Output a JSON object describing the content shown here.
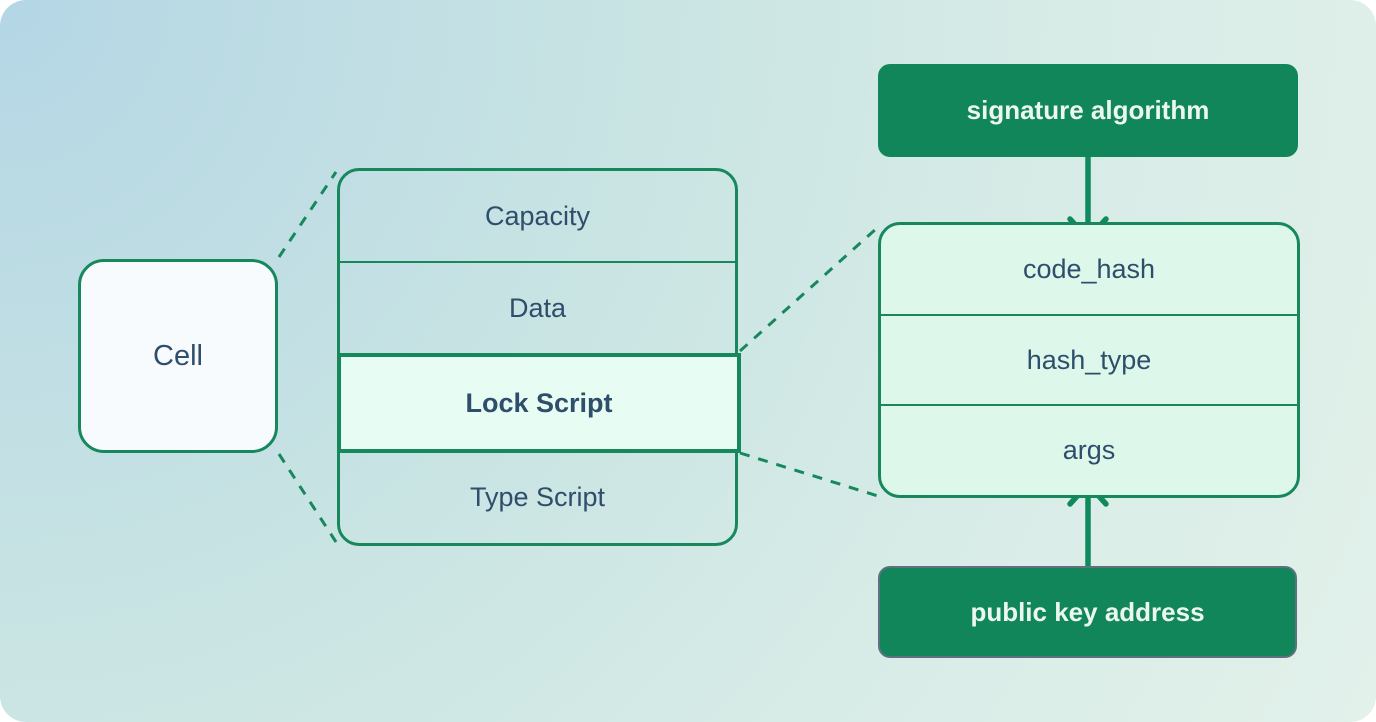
{
  "cell": {
    "label": "Cell"
  },
  "cell_structure": {
    "rows": [
      {
        "label": "Capacity",
        "highlighted": false
      },
      {
        "label": "Data",
        "highlighted": false
      },
      {
        "label": "Lock Script",
        "highlighted": true
      },
      {
        "label": "Type Script",
        "highlighted": false
      }
    ]
  },
  "lock_script_structure": {
    "rows": [
      {
        "label": "code_hash"
      },
      {
        "label": "hash_type"
      },
      {
        "label": "args"
      }
    ]
  },
  "annotations": {
    "signature_algorithm": "signature algorithm",
    "public_key_address": "public key address"
  },
  "connections": {
    "cell_to_structure": "dashed",
    "lock_script_to_structure": "dashed",
    "signature_algorithm_to_code_hash": "arrow-down",
    "public_key_address_to_args": "arrow-up"
  },
  "colors": {
    "accent_green": "#12865B",
    "outline_green": "#17875C",
    "text_dark": "#2E4E6B",
    "text_light": "#EDF7F1",
    "lock_row_fill": "#E7FCF2",
    "lock_structure_fill": "#DDF7EB",
    "cell_fill": "#F7FBFD",
    "background_blue": "#B4D6E5",
    "background_mint": "#E2F1EA",
    "pka_border_gray": "#5D7181"
  }
}
